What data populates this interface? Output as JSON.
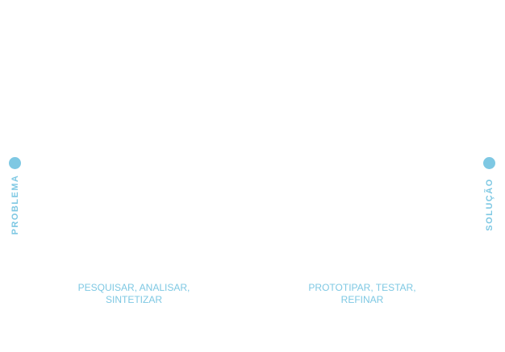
{
  "accent_color": "#7ec8e3",
  "start": {
    "label": "PROBLEMA"
  },
  "end": {
    "label": "SOLUÇÃO"
  },
  "phases": [
    {
      "line1": "PESQUISAR, ANALISAR,",
      "line2": "SINTETIZAR"
    },
    {
      "line1": "PROTOTIPAR, TESTAR,",
      "line2": "REFINAR"
    }
  ]
}
